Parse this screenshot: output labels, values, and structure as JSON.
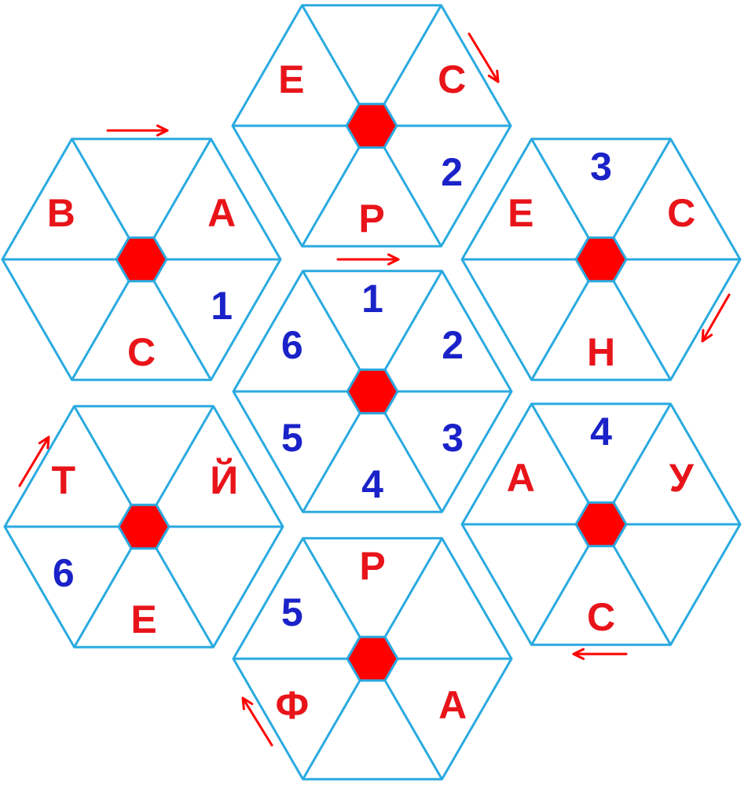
{
  "colors": {
    "grid_line": "#2aaae0",
    "center_fill": "#ff0000",
    "letter": "#e8141a",
    "digit": "#1a22c8",
    "arrow": "#ff0000"
  },
  "hexagons": [
    {
      "id": "center",
      "cells": [
        "1",
        "2",
        "3",
        "4",
        "5",
        "6"
      ]
    },
    {
      "id": "top",
      "cells": [
        "",
        "С",
        "2",
        "Р",
        "",
        "Е"
      ]
    },
    {
      "id": "upper-right",
      "cells": [
        "3",
        "С",
        "",
        "Н",
        "",
        "Е"
      ]
    },
    {
      "id": "lower-right",
      "cells": [
        "4",
        "У",
        "",
        "С",
        "",
        "А"
      ]
    },
    {
      "id": "bottom",
      "cells": [
        "Р",
        "",
        "А",
        "",
        "Ф",
        "5"
      ]
    },
    {
      "id": "lower-left",
      "cells": [
        "",
        "Й",
        "",
        "Е",
        "6",
        "Т"
      ]
    },
    {
      "id": "upper-left",
      "cells": [
        "",
        "А",
        "1",
        "С",
        "",
        "В"
      ]
    }
  ],
  "arrows": [
    {
      "id": "arrow-top-left",
      "direction": "right"
    },
    {
      "id": "arrow-top-right",
      "direction": "down-right"
    },
    {
      "id": "arrow-middle",
      "direction": "right"
    },
    {
      "id": "arrow-right",
      "direction": "down-left"
    },
    {
      "id": "arrow-bottom-right",
      "direction": "left"
    },
    {
      "id": "arrow-bottom-left",
      "direction": "up-left"
    },
    {
      "id": "arrow-left",
      "direction": "up-right"
    }
  ]
}
